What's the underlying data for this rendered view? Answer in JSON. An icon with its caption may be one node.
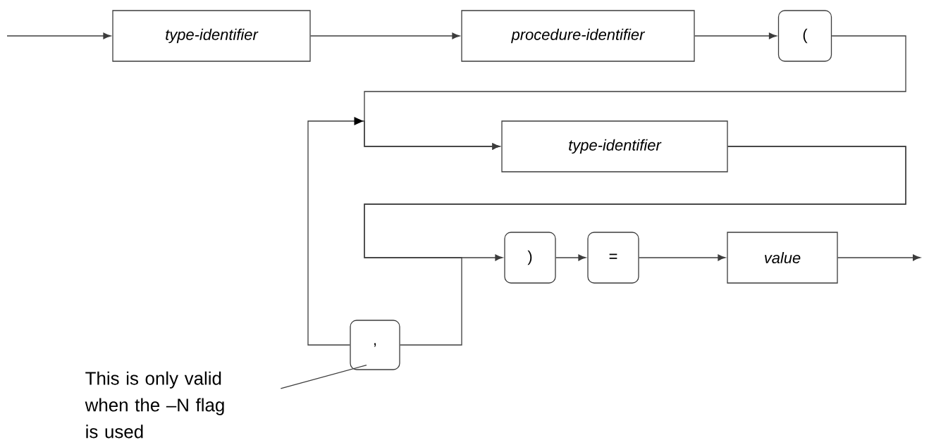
{
  "diagram": {
    "nodes": [
      {
        "text": [
          "type-identifier"
        ]
      },
      {
        "text": [
          "procedure-identifier"
        ]
      },
      {
        "text": [
          "("
        ]
      },
      {
        "text": [
          "type-identifier"
        ]
      },
      {
        "text": [
          ")"
        ]
      },
      {
        "text": [
          "="
        ]
      },
      {
        "text": [
          "value"
        ]
      },
      {
        "text": [
          ","
        ]
      },
      {
        "text": [
          "This is only valid when the –N flag is used"
        ]
      }
    ],
    "edges": [
      {
        "from": null,
        "to": 0,
        "arrow": "to"
      },
      {
        "from": 0,
        "to": 1,
        "arrow": "to"
      },
      {
        "from": 1,
        "to": 2,
        "arrow": "to"
      },
      {
        "from": 2,
        "to": 3,
        "arrow": "to"
      },
      {
        "from": 3,
        "to": 4,
        "arrow": "to"
      },
      {
        "from": 3,
        "to": 7,
        "arrow": "none"
      },
      {
        "from": 7,
        "to": 3,
        "arrow": "to"
      },
      {
        "from": 4,
        "to": 5,
        "arrow": "to"
      },
      {
        "from": 5,
        "to": 6,
        "arrow": "to"
      },
      {
        "from": 6,
        "to": null,
        "arrow": "to"
      },
      {
        "from": 8,
        "to": 7,
        "arrow": "none"
      }
    ]
  }
}
